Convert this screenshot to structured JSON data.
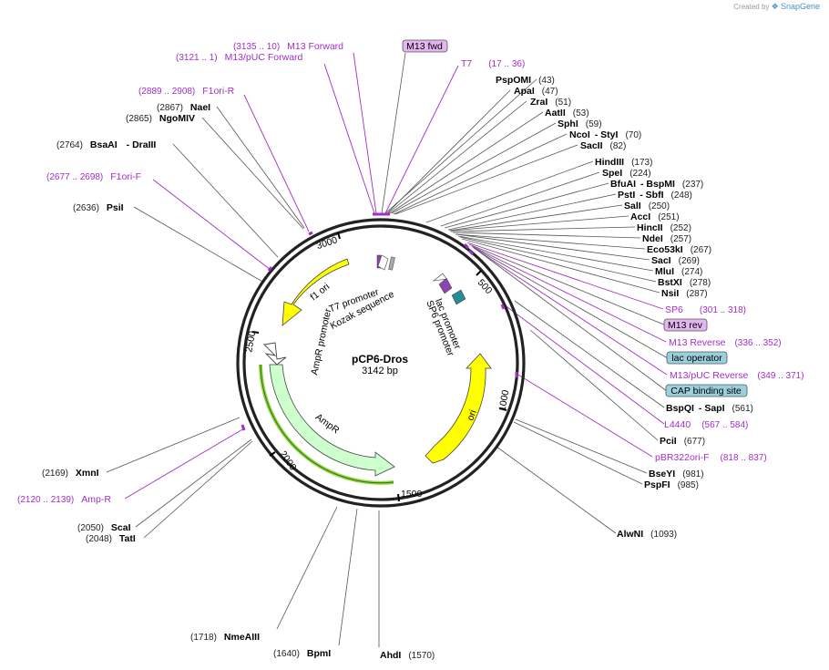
{
  "watermark": {
    "created_by": "Created by",
    "brand": "SnapGene"
  },
  "plasmid": {
    "name": "pCP6-Dros",
    "length_label": "3142 bp",
    "length": 3142
  },
  "ticks": [
    "500",
    "1000",
    "1500",
    "2000",
    "2500",
    "3000"
  ],
  "features": {
    "f1ori": "f1 ori",
    "t7promoter": "T7 promoter",
    "kozak": "Kozak sequence",
    "lacpromoter": "lac promoter",
    "sp6promoter": "SP6 promoter",
    "amprpromoter": "AmpR promoter",
    "ampr": "AmpR",
    "ori": "ori"
  },
  "enzymes_right": [
    {
      "name": "PspOMI",
      "pos": "(43)"
    },
    {
      "name": "ApaI",
      "pos": "(47)"
    },
    {
      "name": "ZraI",
      "pos": "(51)"
    },
    {
      "name": "AatII",
      "pos": "(53)"
    },
    {
      "name": "SphI",
      "pos": "(59)"
    },
    {
      "name": "NcoI",
      "name2": "- StyI",
      "pos": "(70)"
    },
    {
      "name": "SacII",
      "pos": "(82)"
    },
    {
      "name": "HindIII",
      "pos": "(173)"
    },
    {
      "name": "SpeI",
      "pos": "(224)"
    },
    {
      "name": "BfuAI",
      "name2": "- BspMI",
      "pos": "(237)"
    },
    {
      "name": "PstI",
      "name2": "- SbfI",
      "pos": "(248)"
    },
    {
      "name": "SalI",
      "pos": "(250)"
    },
    {
      "name": "AccI",
      "pos": "(251)"
    },
    {
      "name": "HincII",
      "pos": "(252)"
    },
    {
      "name": "NdeI",
      "pos": "(257)"
    },
    {
      "name": "Eco53kI",
      "pos": "(267)"
    },
    {
      "name": "SacI",
      "pos": "(269)"
    },
    {
      "name": "MluI",
      "pos": "(274)"
    },
    {
      "name": "BstXI",
      "pos": "(278)"
    },
    {
      "name": "NsiI",
      "pos": "(287)"
    },
    {
      "name": "BspQI",
      "name2": "- SapI",
      "pos": "(561)"
    },
    {
      "name": "PciI",
      "pos": "(677)"
    },
    {
      "name": "BseYI",
      "pos": "(981)"
    },
    {
      "name": "PspFI",
      "pos": "(985)"
    },
    {
      "name": "AlwNI",
      "pos": "(1093)"
    }
  ],
  "enzymes_other": [
    {
      "name": "NaeI",
      "pos": "(2867)"
    },
    {
      "name": "NgoMIV",
      "pos": "(2865)"
    },
    {
      "name": "BsaAI",
      "name2": "- DraIII",
      "pos": "(2764)"
    },
    {
      "name": "PsiI",
      "pos": "(2636)"
    },
    {
      "name": "XmnI",
      "pos": "(2169)"
    },
    {
      "name": "ScaI",
      "pos": "(2050)"
    },
    {
      "name": "TatI",
      "pos": "(2048)"
    },
    {
      "name": "NmeAIII",
      "pos": "(1718)"
    },
    {
      "name": "BpmI",
      "pos": "(1640)"
    },
    {
      "name": "AhdI",
      "pos": "(1570)"
    }
  ],
  "primers": [
    {
      "name": "M13 Forward",
      "pos": "(3135 .. 10)"
    },
    {
      "name": "M13/pUC Forward",
      "pos": "(3121 .. 1)"
    },
    {
      "name": "T7",
      "pos": "(17 .. 36)"
    },
    {
      "name": "F1ori-R",
      "pos": "(2889 .. 2908)"
    },
    {
      "name": "F1ori-F",
      "pos": "(2677 .. 2698)"
    },
    {
      "name": "SP6",
      "pos": "(301 .. 318)"
    },
    {
      "name": "M13 Reverse",
      "pos": "(336 .. 352)"
    },
    {
      "name": "M13/pUC Reverse",
      "pos": "(349 .. 371)"
    },
    {
      "name": "L4440",
      "pos": "(567 .. 584)"
    },
    {
      "name": "pBR322ori-F",
      "pos": "(818 .. 837)"
    },
    {
      "name": "Amp-R",
      "pos": "(2120 .. 2139)"
    }
  ],
  "boxes": {
    "m13fwd": "M13 fwd",
    "m13rev": "M13 rev",
    "lacop": "lac operator",
    "cap": "CAP binding site"
  },
  "colors": {
    "primer": "#a22ec8",
    "backbone": "#222222",
    "yellow_feature": "#ffff00",
    "ampr_fill": "#ccffcc",
    "ampr_track": "#8bd33a",
    "lac_operator_fill": "#9ad0de",
    "m13_box_fill": "#e3b6f0",
    "cap_fill": "#9ad0de"
  }
}
